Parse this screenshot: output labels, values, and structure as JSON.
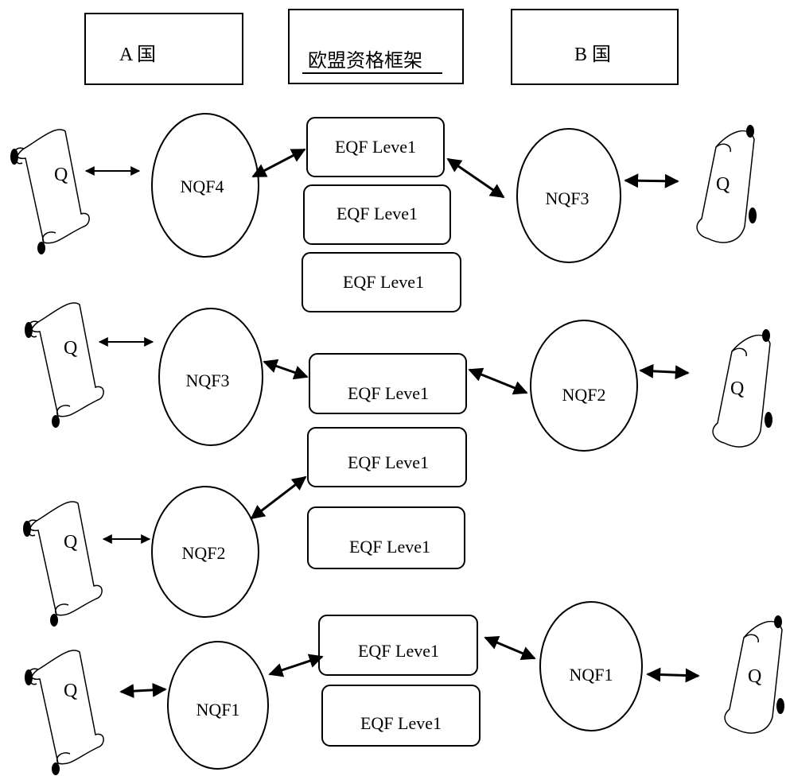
{
  "header": {
    "left_title": "A 国",
    "center_title": "欧盟资格框架",
    "right_title": "B 国"
  },
  "qualification_label": "Q",
  "eqf_label": "EQF Leve1",
  "a_nodes": [
    "NQF4",
    "NQF3",
    "NQF2",
    "NQF1"
  ],
  "b_nodes": [
    "NQF3",
    "NQF2",
    "NQF1"
  ]
}
